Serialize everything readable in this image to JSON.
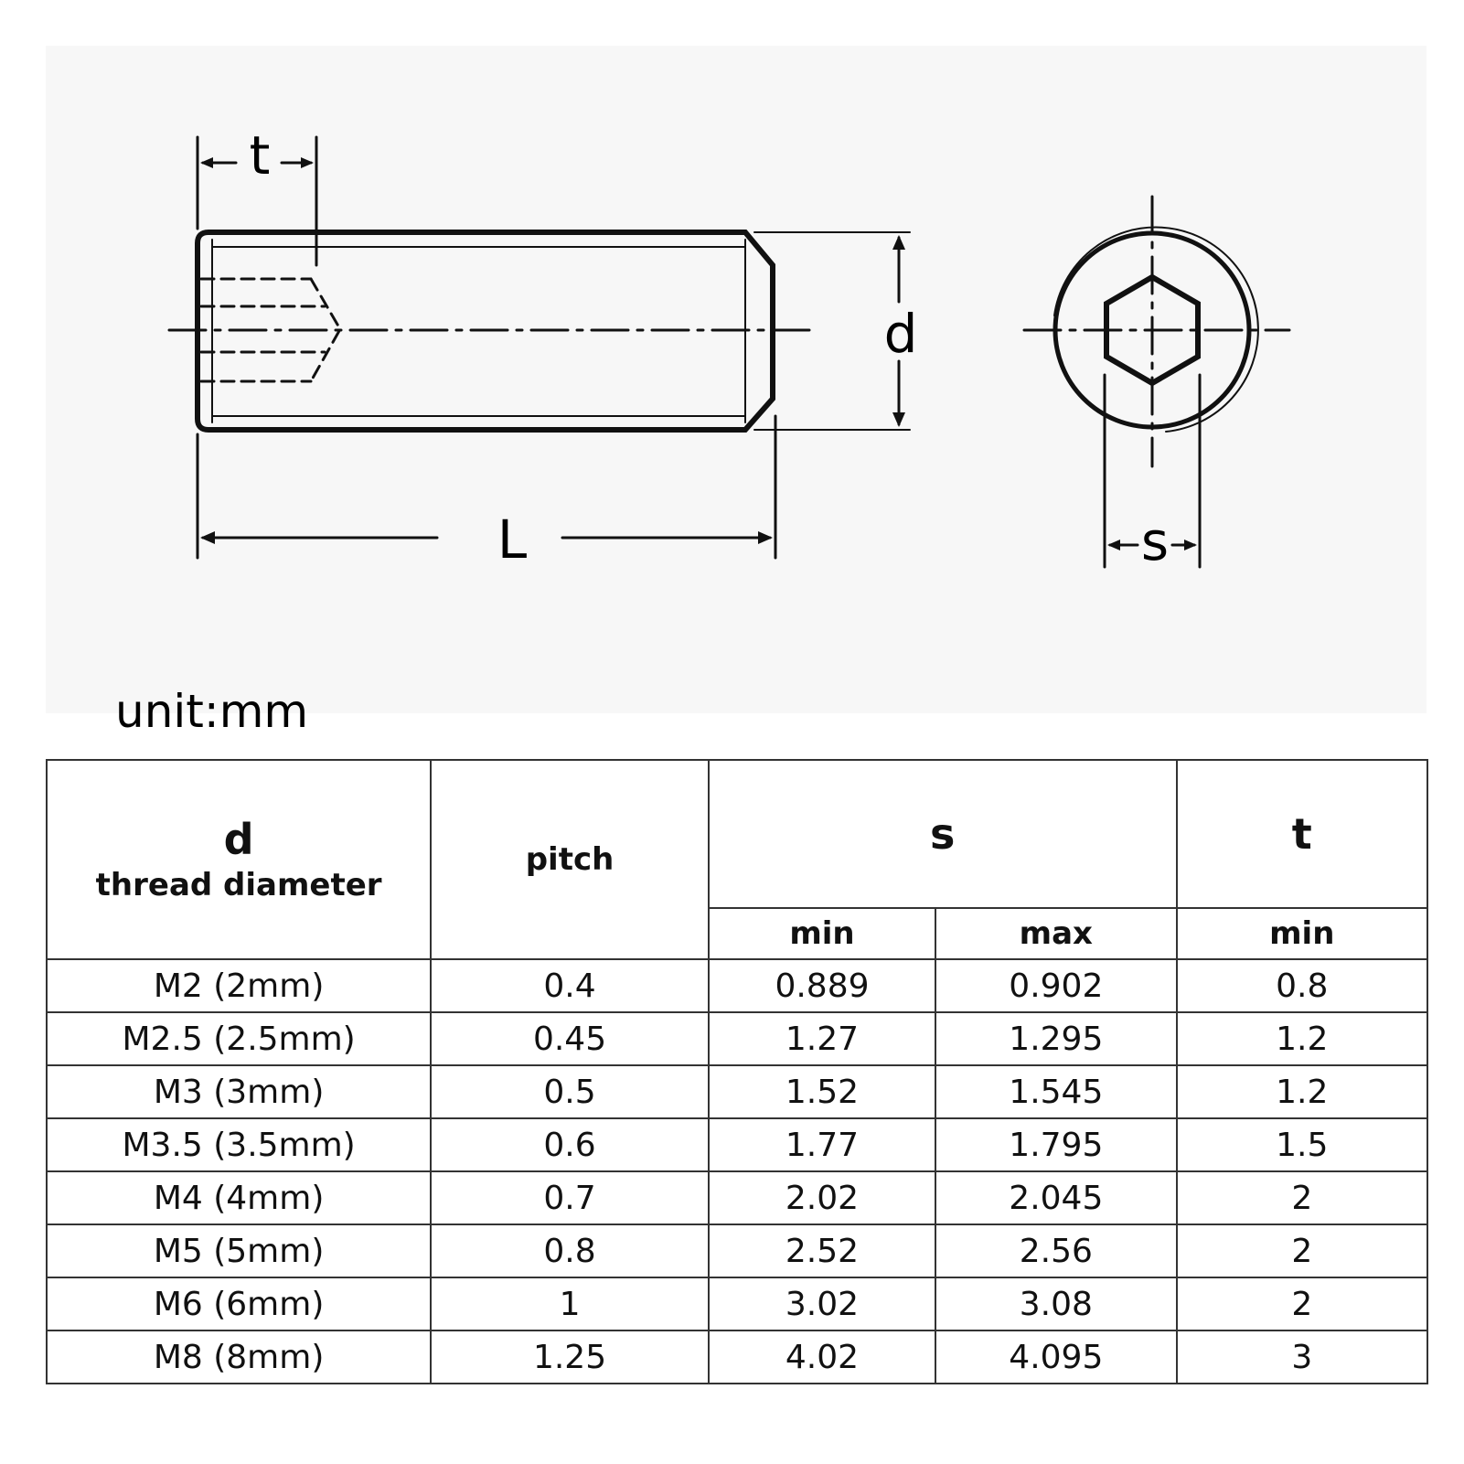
{
  "drawing": {
    "labels": {
      "t": "t",
      "d": "d",
      "L": "L",
      "s": "s"
    }
  },
  "unit": "unit:mm",
  "table": {
    "headers": {
      "d_symbol": "d",
      "d_text": "thread diameter",
      "pitch": "pitch",
      "s": "s",
      "t": "t",
      "s_min": "min",
      "s_max": "max",
      "t_min": "min"
    },
    "rows": [
      {
        "d": "M2 (2mm)",
        "pitch": "0.4",
        "s_min": "0.889",
        "s_max": "0.902",
        "t_min": "0.8"
      },
      {
        "d": "M2.5 (2.5mm)",
        "pitch": "0.45",
        "s_min": "1.27",
        "s_max": "1.295",
        "t_min": "1.2"
      },
      {
        "d": "M3 (3mm)",
        "pitch": "0.5",
        "s_min": "1.52",
        "s_max": "1.545",
        "t_min": "1.2"
      },
      {
        "d": "M3.5 (3.5mm)",
        "pitch": "0.6",
        "s_min": "1.77",
        "s_max": "1.795",
        "t_min": "1.5"
      },
      {
        "d": "M4 (4mm)",
        "pitch": "0.7",
        "s_min": "2.02",
        "s_max": "2.045",
        "t_min": "2"
      },
      {
        "d": "M5 (5mm)",
        "pitch": "0.8",
        "s_min": "2.52",
        "s_max": "2.56",
        "t_min": "2"
      },
      {
        "d": "M6 (6mm)",
        "pitch": "1",
        "s_min": "3.02",
        "s_max": "3.08",
        "t_min": "2"
      },
      {
        "d": "M8 (8mm)",
        "pitch": "1.25",
        "s_min": "4.02",
        "s_max": "4.095",
        "t_min": "3"
      }
    ]
  }
}
